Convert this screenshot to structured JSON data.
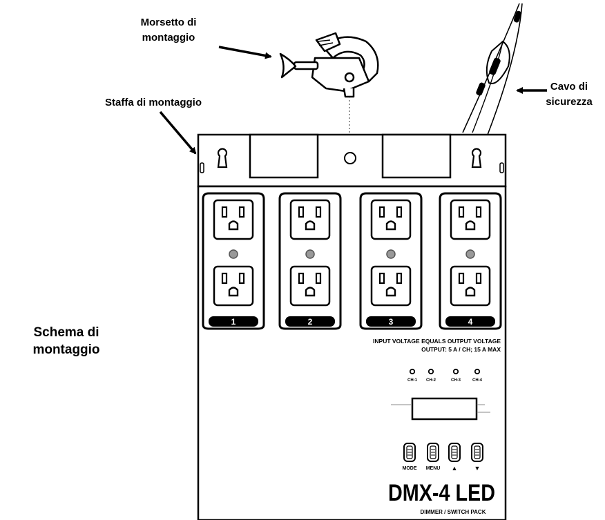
{
  "labels": {
    "clamp": [
      "Morsetto di",
      "montaggio"
    ],
    "bracket": "Staffa di montaggio",
    "safety_cable": [
      "Cavo di",
      "sicurezza"
    ],
    "diagram_title": [
      "Schema di",
      "montaggio"
    ]
  },
  "device": {
    "channels": [
      "1",
      "2",
      "3",
      "4"
    ],
    "voltage_note": [
      "INPUT VOLTAGE EQUALS OUTPUT VOLTAGE",
      "OUTPUT: 5 A / CH; 15 A MAX"
    ],
    "leds": [
      "CH-1",
      "CH-2",
      "CH-3",
      "CH-4"
    ],
    "buttons": [
      "MODE",
      "MENU",
      "▲",
      "▼"
    ],
    "model": "DMX-4 LED",
    "subtitle": "DIMMER / SWITCH PACK"
  }
}
